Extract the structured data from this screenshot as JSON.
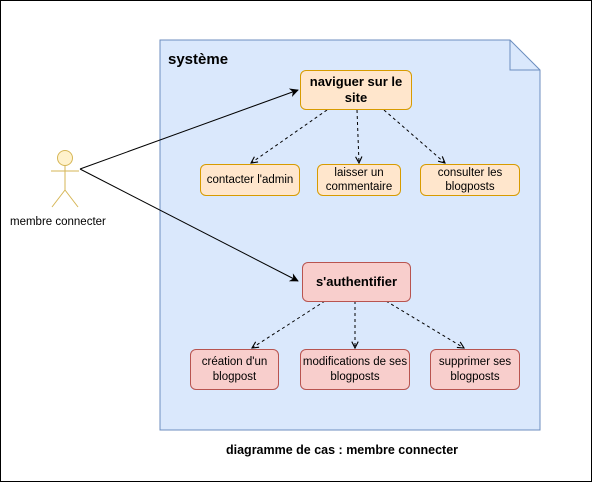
{
  "diagram": {
    "system_title": "système",
    "actor": {
      "label": "membre connecter"
    },
    "use_cases": {
      "navigate": "naviguer sur le site",
      "contact_admin": "contacter l'admin",
      "leave_comment": "laisser un commentaire",
      "view_posts": "consulter les blogposts",
      "authenticate": "s'authentifier",
      "create_post": "création d'un blogpost",
      "edit_posts": "modifications de ses blogposts",
      "delete_posts": "supprimer ses blogposts"
    },
    "caption": "diagramme de cas : membre connecter",
    "colors": {
      "system_fill": "#dae8fc",
      "system_stroke": "#6c8ebf",
      "orange_fill": "#ffe6cc",
      "orange_stroke": "#d79b00",
      "red_fill": "#f8cecc",
      "red_stroke": "#b85450",
      "actor_fill": "#fff2cc",
      "actor_stroke": "#d6b656"
    }
  }
}
